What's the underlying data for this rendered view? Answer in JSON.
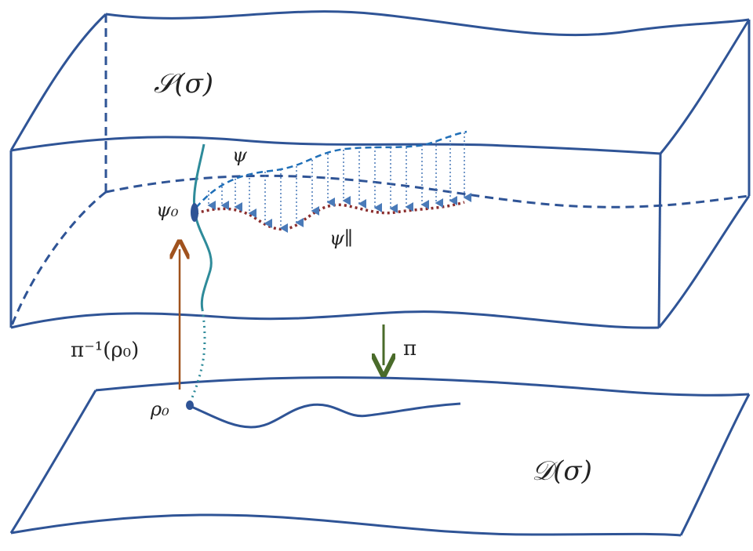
{
  "labels": {
    "total_space": "𝒮(σ)",
    "base_space": "𝒟(σ)",
    "psi": "ψ",
    "psi_zero": "ψ₀",
    "psi_parallel": "ψ∥",
    "fiber_label": "π⁻¹(ρ₀)",
    "projection": "π",
    "rho_zero": "ρ₀"
  },
  "colors": {
    "outline": "#2f5496",
    "fiber": "#2e8b9a",
    "psi_curve": "#1f6fb8",
    "psi_parallel_curve": "#8b2e2e",
    "arrowheads": "#4a7ab8",
    "lift_arrow": "#a0521d",
    "projection_arrow": "#4a6b2a"
  }
}
